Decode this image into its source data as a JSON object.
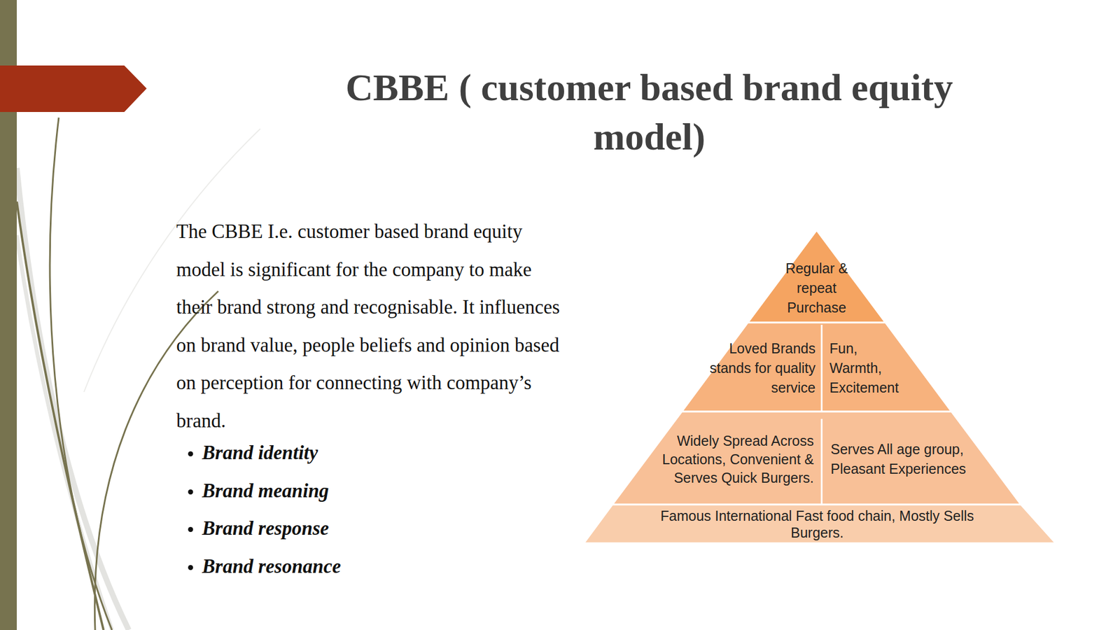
{
  "diagram": {
    "title": "CBBE ( customer based brand equity model)",
    "nodes": [
      {
        "text": [
          "Regular & repeat Purchase"
        ]
      },
      {
        "text": [
          "Loved Brands stands for quality service"
        ]
      },
      {
        "text": [
          "Fun, Warmth, Excitement"
        ]
      },
      {
        "text": [
          "Widely Spread Across Locations, Convenient & Serves Quick Burgers."
        ]
      },
      {
        "text": [
          "Serves All age group, Pleasant Experiences"
        ]
      },
      {
        "text": [
          "Famous International Fast food chain, Mostly Sells Burgers."
        ]
      }
    ],
    "labels": [
      "The CBBE I.e. customer based brand equity model is significant for the company to make their brand strong and recognisable. It influences on brand value, people beliefs and opinion based on perception for connecting with company’s brand.",
      "Brand identity",
      "Brand meaning",
      "Brand response",
      "Brand resonance"
    ]
  }
}
